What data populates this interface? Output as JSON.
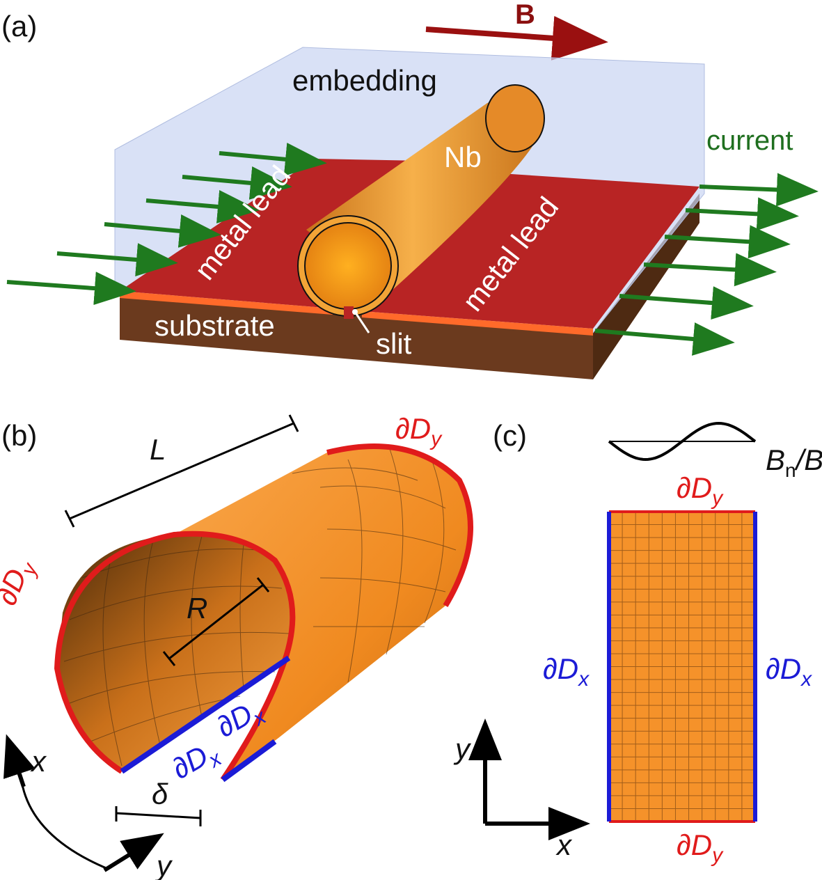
{
  "panel_a": {
    "label": "(a)",
    "field_label": "B",
    "embedding_label": "embedding",
    "current_label": "current",
    "tube_label": "Nb",
    "lead_left_label": "metal lead",
    "lead_right_label": "metal lead",
    "substrate_label": "substrate",
    "slit_label": "slit",
    "colors": {
      "field": "#8b0f0f",
      "current": "#1f6f1f",
      "lead": "#b82424",
      "substrate": "#6b3a1e",
      "tube": "#f09a2a",
      "embedding": "#c9d4f2"
    }
  },
  "panel_b": {
    "label": "(b)",
    "length_label": "L",
    "radius_label": "R",
    "slit_width_label": "δ",
    "bd_y_top": "∂D",
    "bd_y_top_sub": "y",
    "bd_y_left": "∂D",
    "bd_y_left_sub": "y",
    "bd_x_a": "∂D",
    "bd_x_a_sub": "x",
    "bd_x_b": "∂D",
    "bd_x_b_sub": "x",
    "axis_x": "x",
    "axis_y": "y",
    "colors": {
      "bd_y": "#e01b1b",
      "bd_x": "#1b1bd6",
      "tube": "#f08a20"
    }
  },
  "panel_c": {
    "label": "(c)",
    "profile_label": "B",
    "profile_sub": "n",
    "profile_tail": "/B",
    "bd_y_top": "∂D",
    "bd_y_top_sub": "y",
    "bd_y_bottom": "∂D",
    "bd_y_bottom_sub": "y",
    "bd_x_left": "∂D",
    "bd_x_left_sub": "x",
    "bd_x_right": "∂D",
    "bd_x_right_sub": "x",
    "axis_x": "x",
    "axis_y": "y",
    "colors": {
      "bd_y": "#e01b1b",
      "bd_x": "#1b1bd6",
      "domain": "#f5922a"
    }
  }
}
